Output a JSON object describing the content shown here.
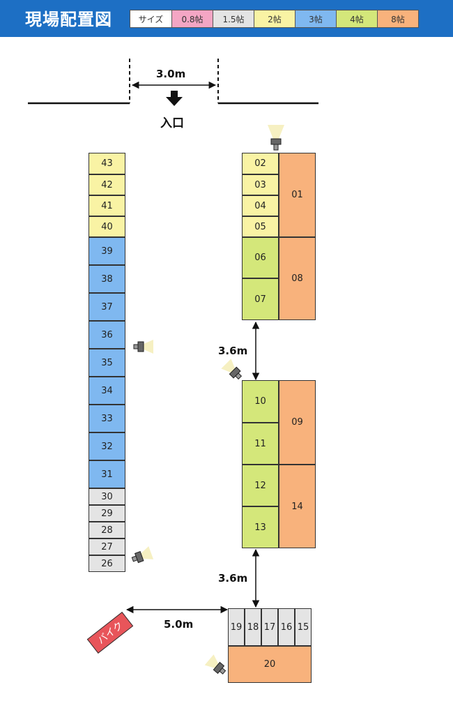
{
  "header": {
    "title": "現場配置図"
  },
  "legend": [
    {
      "label": "サイズ",
      "color": "#ffffff"
    },
    {
      "label": "0.8帖",
      "color": "#f4a6c4"
    },
    {
      "label": "1.5帖",
      "color": "#e4e4e4"
    },
    {
      "label": "2帖",
      "color": "#f9f3a4"
    },
    {
      "label": "3帖",
      "color": "#7fb8f0"
    },
    {
      "label": "4帖",
      "color": "#d4e77a"
    },
    {
      "label": "8帖",
      "color": "#f8b27c"
    }
  ],
  "map": {
    "entrance_label": "入口",
    "entrance_width": "3.0m",
    "gap_upper": "3.6m",
    "gap_lower": "3.6m",
    "gap_bottom": "5.0m",
    "bike_label": "バイク",
    "units": [
      {
        "id": "01",
        "size": "8帖"
      },
      {
        "id": "02",
        "size": "2帖"
      },
      {
        "id": "03",
        "size": "2帖"
      },
      {
        "id": "04",
        "size": "2帖"
      },
      {
        "id": "05",
        "size": "2帖"
      },
      {
        "id": "06",
        "size": "4帖"
      },
      {
        "id": "07",
        "size": "4帖"
      },
      {
        "id": "08",
        "size": "8帖"
      },
      {
        "id": "09",
        "size": "8帖"
      },
      {
        "id": "10",
        "size": "4帖"
      },
      {
        "id": "11",
        "size": "4帖"
      },
      {
        "id": "12",
        "size": "4帖"
      },
      {
        "id": "13",
        "size": "4帖"
      },
      {
        "id": "14",
        "size": "8帖"
      },
      {
        "id": "15",
        "size": "1.5帖"
      },
      {
        "id": "16",
        "size": "1.5帖"
      },
      {
        "id": "17",
        "size": "1.5帖"
      },
      {
        "id": "18",
        "size": "1.5帖"
      },
      {
        "id": "19",
        "size": "1.5帖"
      },
      {
        "id": "20",
        "size": "8帖"
      },
      {
        "id": "26",
        "size": "1.5帖"
      },
      {
        "id": "27",
        "size": "1.5帖"
      },
      {
        "id": "28",
        "size": "1.5帖"
      },
      {
        "id": "29",
        "size": "1.5帖"
      },
      {
        "id": "30",
        "size": "1.5帖"
      },
      {
        "id": "31",
        "size": "3帖"
      },
      {
        "id": "32",
        "size": "3帖"
      },
      {
        "id": "33",
        "size": "3帖"
      },
      {
        "id": "34",
        "size": "3帖"
      },
      {
        "id": "35",
        "size": "3帖"
      },
      {
        "id": "36",
        "size": "3帖"
      },
      {
        "id": "37",
        "size": "3帖"
      },
      {
        "id": "38",
        "size": "3帖"
      },
      {
        "id": "39",
        "size": "3帖"
      },
      {
        "id": "40",
        "size": "2帖"
      },
      {
        "id": "41",
        "size": "2帖"
      },
      {
        "id": "42",
        "size": "2帖"
      },
      {
        "id": "43",
        "size": "2帖"
      }
    ]
  }
}
